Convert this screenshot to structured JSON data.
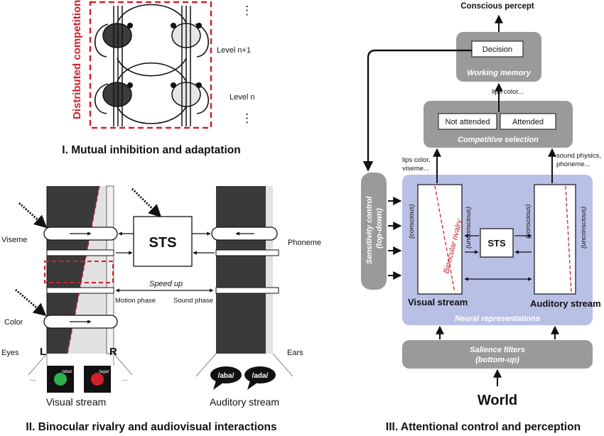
{
  "panel1": {
    "distributed_label": "Distributed competition",
    "level_upper": "Level n+1",
    "level_lower": "Level n",
    "ellipsis_top": "⋮",
    "ellipsis_bottom": "⋮",
    "caption": "I. Mutual inhibition and adaptation"
  },
  "panel2": {
    "viseme": "Viseme",
    "color": "Color",
    "eyes": "Eyes",
    "left_eye": "L",
    "right_eye": "R",
    "sts": "STS",
    "phoneme": "Phoneme",
    "speed_up": "Speed up",
    "motion_phase": "Motion phase",
    "sound_phase": "Sound phase",
    "ears": "Ears",
    "film_left": "/aba/",
    "film_right": "/aga/",
    "bubble_left": "/aba/",
    "bubble_right": "/ada/",
    "visual_stream": "Visual stream",
    "auditory_stream": "Auditory stream",
    "ellipsis": "...",
    "caption": "II. Binocular rivalry and audiovisual interactions"
  },
  "panel3": {
    "conscious_percept": "Conscious percept",
    "decision": "Decision",
    "working_memory": "Working memory",
    "lips_color_top": "lips color...",
    "not_attended": "Not attended",
    "attended": "Attended",
    "competitive_selection": "Competitive selection",
    "lips_color_viseme_1": "lips color,",
    "lips_color_viseme_2": "viseme...",
    "sound_physics_1": "sound physics,",
    "sound_physics_2": "phoneme...",
    "sensitivity_1": "Sensitivity control",
    "sensitivity_2": "(top-down)",
    "conscious": "(conscious)",
    "unconscious": "(unconscious)",
    "binocular_rivalry": "Binocular rivalry",
    "sts": "STS",
    "visual_stream": "Visual stream",
    "auditory_stream": "Auditory stream",
    "neural_representations": "Neural representations",
    "salience_1": "Salience filters",
    "salience_2": "(bottom-up)",
    "world": "World",
    "caption": "III. Attentional control and perception"
  },
  "colors": {
    "accent_red": "#d4202a",
    "dark_gray": "#3a3a3a",
    "box_gray": "#9a9a9a",
    "neural_blue": "#b8c0e6"
  }
}
